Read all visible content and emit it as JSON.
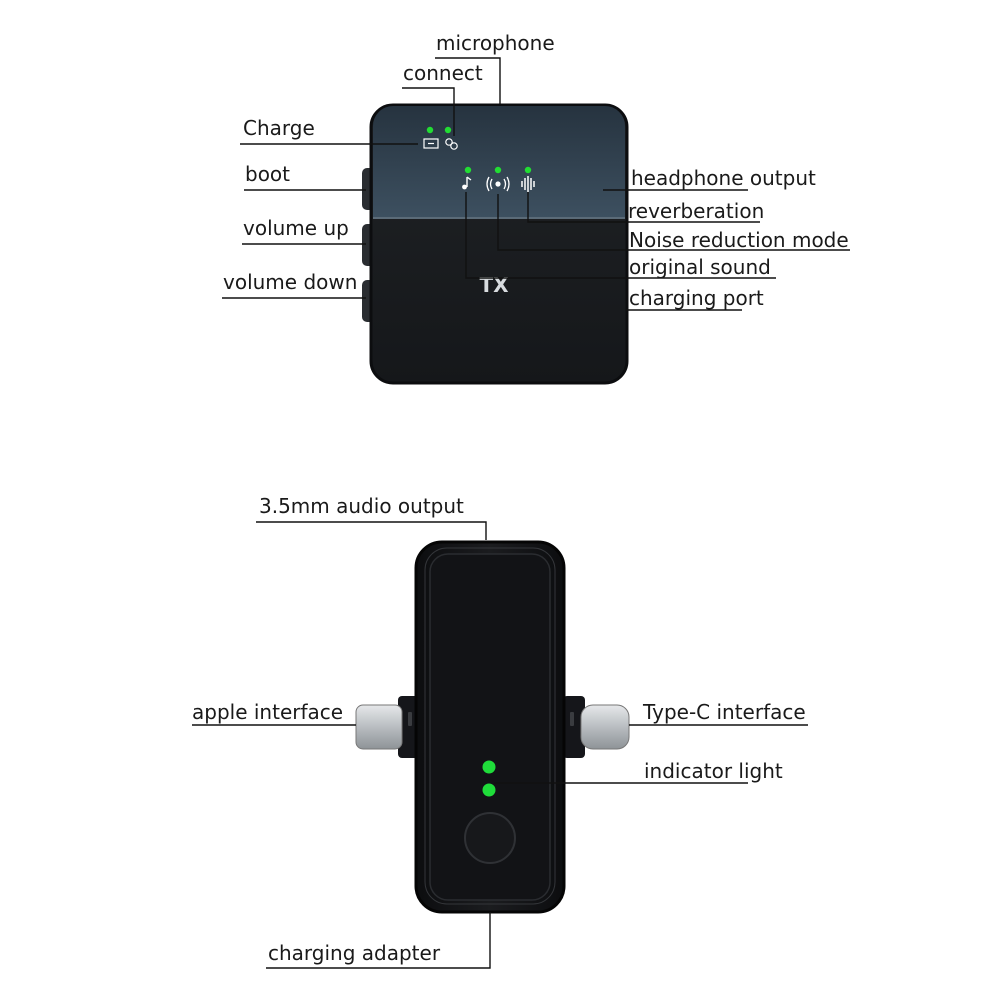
{
  "transmitter": {
    "device_text": "TX",
    "labels": {
      "microphone": "microphone",
      "connect": "connect",
      "charge": "Charge",
      "boot": "boot",
      "volume_up": "volume up",
      "volume_down": "volume down",
      "headphone_output": "headphone output",
      "reverberation": "reverberation",
      "noise_reduction_mode": "Noise reduction mode",
      "original_sound": "original sound",
      "charging_port": "charging port"
    },
    "indicator_color": "#22dd33",
    "body_color": "#1c1f23",
    "glass_color": "#2a3a48"
  },
  "receiver": {
    "labels": {
      "audio_output": "3.5mm audio output",
      "apple_interface": "apple interface",
      "type_c_interface": "Type-C interface",
      "indicator_light": "indicator light",
      "charging_adapter": "charging adapter"
    },
    "indicator_color": "#1fdd3a",
    "body_color": "#111214"
  }
}
